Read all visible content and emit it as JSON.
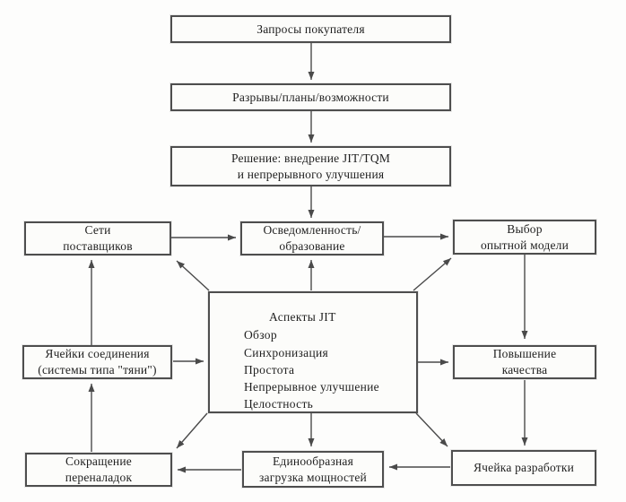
{
  "nodes": {
    "customer_requests": {
      "label": "Запросы покупателя"
    },
    "gaps_plans_opportunities": {
      "label": "Разрывы/планы/возможности"
    },
    "decision": {
      "label": "Решение: внедрение JIT/TQM\nи непрерывного улучшения"
    },
    "supplier_networks": {
      "label": "Сети\nпоставщиков"
    },
    "awareness_education": {
      "label": "Осведомленность/\nобразование"
    },
    "pilot_model_selection": {
      "label": "Выбор\nопытной модели"
    },
    "jit_aspects": {
      "title": "Аспекты JIT",
      "items": [
        "Обзор",
        "Синхронизация",
        "Простота",
        "Непрерывное улучшение",
        "Целостность"
      ]
    },
    "connection_cells": {
      "label": "Ячейки соединения\n(системы типа \"тяни\")"
    },
    "quality_improvement": {
      "label": "Повышение\nкачества"
    },
    "setup_reduction": {
      "label": "Сокращение\nпереналадок"
    },
    "uniform_capacity_loading": {
      "label": "Единообразная\nзагрузка мощностей"
    },
    "development_cell": {
      "label": "Ячейка разработки"
    }
  },
  "colors": {
    "ink": "#4a4a4a",
    "paper": "#fdfdfc"
  }
}
